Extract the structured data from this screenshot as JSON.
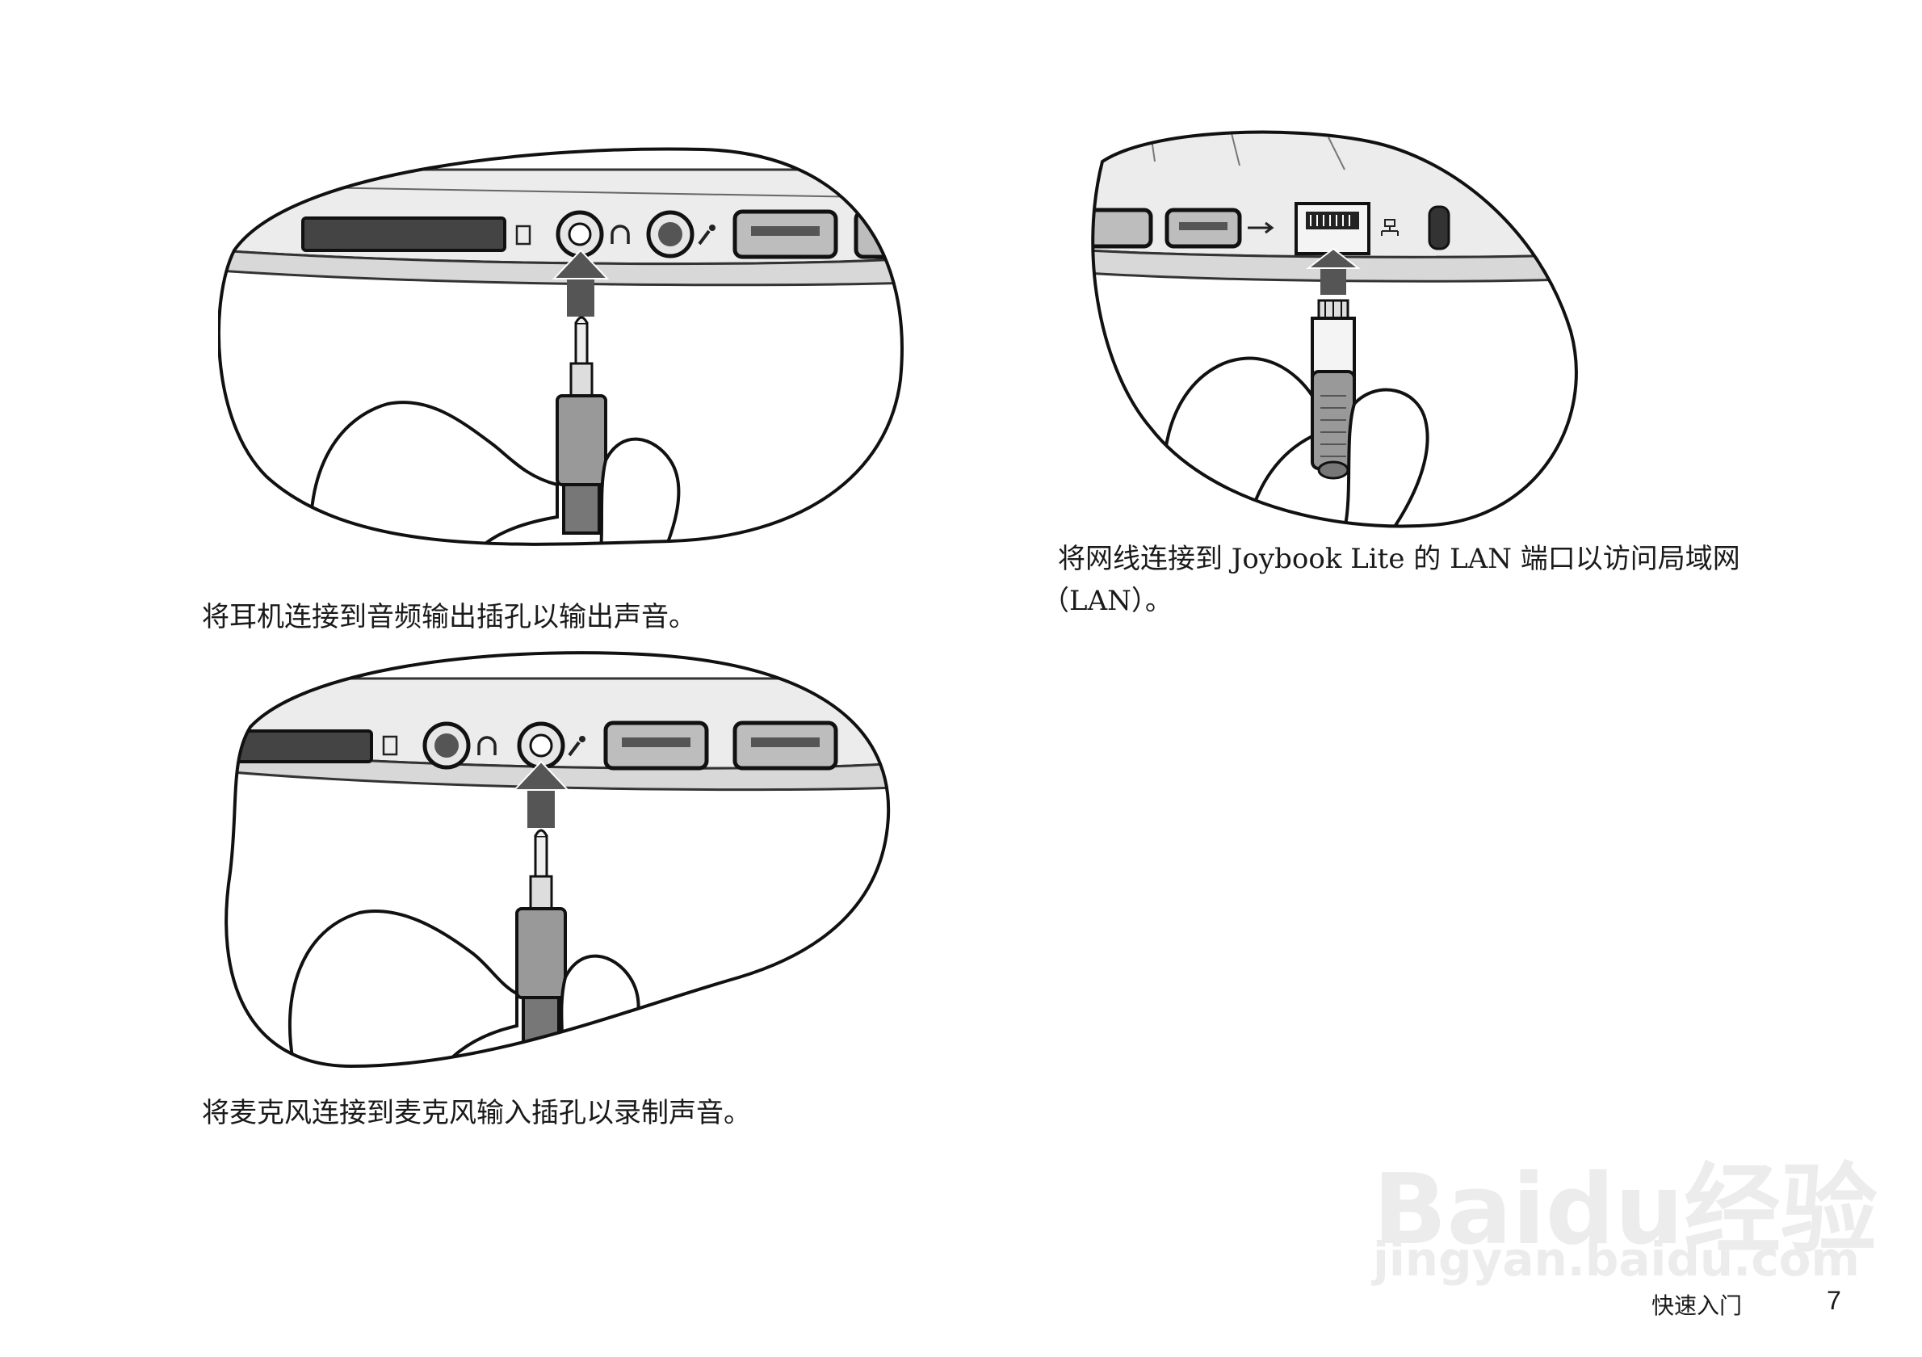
{
  "captions": {
    "headphone": "将耳机连接到音频输出插孔以输出声音。",
    "microphone": "将麦克风连接到麦克风输入插孔以录制声音。",
    "lan_line1": "将网线连接到 Joybook Lite 的 LAN 端口以访问局域网",
    "lan_line2": "（LAN）。"
  },
  "footer": {
    "section_title": "快速入门",
    "page_number": "7"
  },
  "watermark": {
    "brand": "Baidu经验",
    "url": "jingyan.baidu.com"
  },
  "icons": [
    "sd-card-icon",
    "headphone-icon",
    "microphone-icon",
    "usb-icon",
    "network-icon"
  ]
}
